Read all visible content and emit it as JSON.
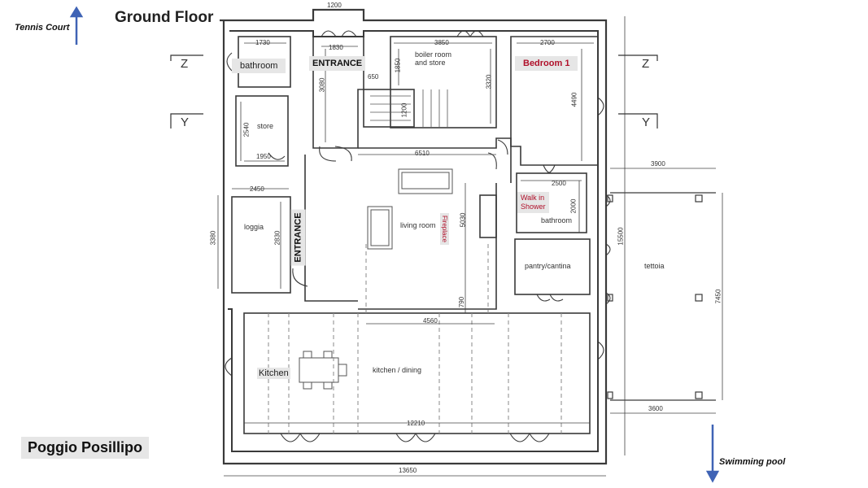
{
  "title": "Ground Floor",
  "brand": "Poggio Posillipo",
  "nav": {
    "tennis_court": "Tennis Court",
    "swimming_pool": "Swimming pool",
    "arrow_color": "#3f63b5"
  },
  "rooms": {
    "bathroom_top": "bathroom",
    "entrance_top": "ENTRANCE",
    "boiler_room": "boiler room\nand store",
    "bedroom": "Bedroom 1",
    "store": "store",
    "living_room": "living room",
    "fireplace": "Fireplace",
    "walk_in_shower": "Walk in\nShower",
    "bathroom_right": "bathroom",
    "loggia": "loggia",
    "entrance_side": "ENTRANCE",
    "pantry": "pantry/cantina",
    "tettoia": "tettoia",
    "kitchen": "Kitchen",
    "kitchen_dining": "kitchen / dining"
  },
  "dimensions": {
    "d1200": "1200",
    "d1830": "1830",
    "d1730": "1730",
    "d650": "650",
    "d3850": "3850",
    "d1850": "1850",
    "d3320": "3320",
    "d2700": "2700",
    "d4490": "4490",
    "d3080": "3080",
    "d1200b": "1200",
    "d2540": "2540",
    "d1950": "1950",
    "d6510": "6510",
    "d3900": "3900",
    "d2450": "2450",
    "d2500": "2500",
    "d2000": "2000",
    "d5030": "5030",
    "d3380": "3380",
    "d2830": "2830",
    "d15500": "15500",
    "d790": "790",
    "d4560": "4560",
    "d7450": "7450",
    "d3600": "3600",
    "d12210": "12210",
    "d13650": "13650"
  },
  "section_marks": {
    "z_left": "Z",
    "y_left": "Y",
    "z_right": "Z",
    "y_right": "Y"
  },
  "colors": {
    "wall": "#3a3a3a",
    "dashed": "#8a8a8a",
    "accent_red": "#b0102a",
    "tag_bg": "#e6e6e6"
  }
}
